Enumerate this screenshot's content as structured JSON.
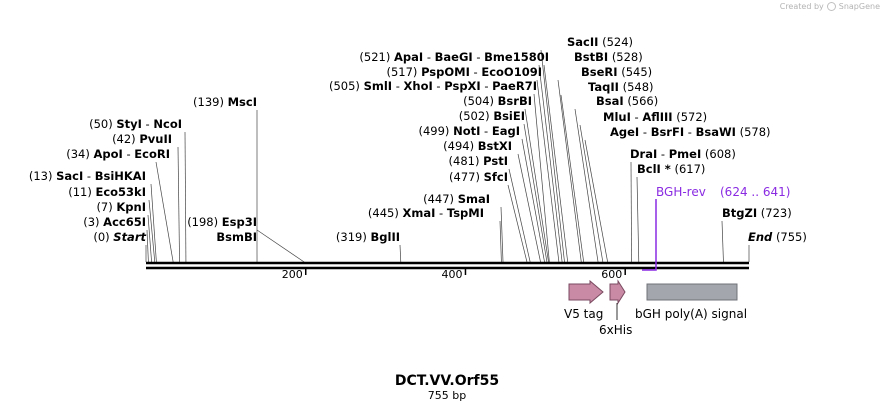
{
  "credit": {
    "text": "Created by",
    "brand": "SnapGene"
  },
  "map": {
    "title": "DCT.VV.Orf55",
    "length_label": "755 bp",
    "length": 755,
    "ticks": [
      {
        "value": 200,
        "label": "200"
      },
      {
        "value": 400,
        "label": "400"
      },
      {
        "value": 600,
        "label": "600"
      }
    ],
    "sites": [
      {
        "pos": "(0)",
        "names": [
          "Start"
        ],
        "italic": true,
        "bp": 0
      },
      {
        "pos": "(3)",
        "names": [
          "Acc65I"
        ],
        "bp": 3
      },
      {
        "pos": "(7)",
        "names": [
          "KpnI"
        ],
        "bp": 7
      },
      {
        "pos": "(11)",
        "names": [
          "Eco53kI"
        ],
        "bp": 11
      },
      {
        "pos": "(13)",
        "names": [
          "SacI",
          "BsiHKAI"
        ],
        "bp": 13
      },
      {
        "pos": "(34)",
        "names": [
          "ApoI",
          "EcoRI"
        ],
        "bp": 34
      },
      {
        "pos": "(42)",
        "names": [
          "PvuII"
        ],
        "bp": 42
      },
      {
        "pos": "(50)",
        "names": [
          "StyI",
          "NcoI"
        ],
        "bp": 50
      },
      {
        "pos": "(139)",
        "names": [
          "MscI"
        ],
        "bp": 139
      },
      {
        "pos": "(198)",
        "names": [
          "Esp3I"
        ],
        "bp": 198
      },
      {
        "pos": "",
        "names": [
          "BsmBI"
        ],
        "bp": 198
      },
      {
        "pos": "(319)",
        "names": [
          "BglII"
        ],
        "bp": 319
      },
      {
        "pos": "(445)",
        "names": [
          "XmaI",
          "TspMI"
        ],
        "bp": 445
      },
      {
        "pos": "(447)",
        "names": [
          "SmaI"
        ],
        "bp": 447
      },
      {
        "pos": "(477)",
        "names": [
          "SfcI"
        ],
        "bp": 477
      },
      {
        "pos": "(481)",
        "names": [
          "PstI"
        ],
        "bp": 481
      },
      {
        "pos": "(494)",
        "names": [
          "BstXI"
        ],
        "bp": 494
      },
      {
        "pos": "(499)",
        "names": [
          "NotI",
          "EagI"
        ],
        "bp": 499
      },
      {
        "pos": "(502)",
        "names": [
          "BsiEI"
        ],
        "bp": 502
      },
      {
        "pos": "(504)",
        "names": [
          "BsrBI"
        ],
        "bp": 504
      },
      {
        "pos": "(505)",
        "names": [
          "SmlI",
          "XhoI",
          "PspXI",
          "PaeR7I"
        ],
        "bp": 505
      },
      {
        "pos": "(517)",
        "names": [
          "PspOMI",
          "EcoO109I"
        ],
        "bp": 517
      },
      {
        "pos": "(521)",
        "names": [
          "ApaI",
          "BaeGI",
          "Bme1580I"
        ],
        "bp": 521
      },
      {
        "pos": "(524)",
        "names": [
          "SacII"
        ],
        "bp": 524,
        "pos_after": true
      },
      {
        "pos": "(528)",
        "names": [
          "BstBI"
        ],
        "bp": 528,
        "pos_after": true
      },
      {
        "pos": "(545)",
        "names": [
          "BseRI"
        ],
        "bp": 545,
        "pos_after": true
      },
      {
        "pos": "(548)",
        "names": [
          "TaqII"
        ],
        "bp": 548,
        "pos_after": true
      },
      {
        "pos": "(566)",
        "names": [
          "BsaI"
        ],
        "bp": 566,
        "pos_after": true
      },
      {
        "pos": "(572)",
        "names": [
          "MluI",
          "AflIII"
        ],
        "bp": 572,
        "pos_after": true
      },
      {
        "pos": "(578)",
        "names": [
          "AgeI",
          "BsrFI",
          "BsaWI"
        ],
        "bp": 578,
        "pos_after": true
      },
      {
        "pos": "(608)",
        "names": [
          "DraI",
          "PmeI"
        ],
        "bp": 608,
        "pos_after": true
      },
      {
        "pos": "(617)",
        "names": [
          "BclI *"
        ],
        "bp": 617,
        "pos_after": true
      },
      {
        "pos": "(723)",
        "names": [
          "BtgZI"
        ],
        "bp": 723,
        "pos_after": true
      },
      {
        "pos": "(755)",
        "names": [
          "End"
        ],
        "italic": true,
        "bp": 755,
        "pos_after": true
      }
    ],
    "primer": {
      "name": "BGH-rev",
      "range": "(624 .. 641)",
      "color": "#8a2be2"
    },
    "features": [
      {
        "name": "V5 tag",
        "color": "#c98aa6",
        "type": "arrow"
      },
      {
        "name": "6xHis",
        "color": "#c98aa6",
        "type": "arrow"
      },
      {
        "name": "bGH poly(A) signal",
        "color": "#a3a7ad",
        "type": "box"
      }
    ]
  }
}
